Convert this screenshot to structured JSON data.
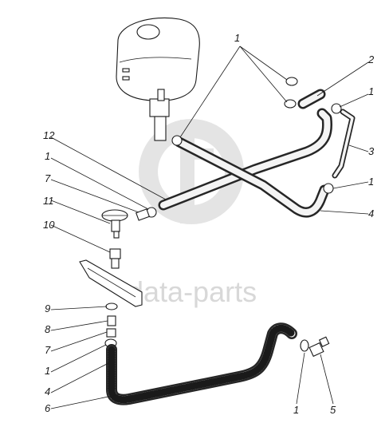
{
  "watermark": {
    "text": "data-parts",
    "color": "#d6d6d6"
  },
  "callouts": {
    "top_1": "1",
    "right_2": "2",
    "right_1a": "1",
    "right_3": "3",
    "right_1b": "1",
    "right_4": "4",
    "left_12": "12",
    "left_1a": "1",
    "left_7a": "7",
    "left_11": "11",
    "left_10": "10",
    "left_9": "9",
    "left_8": "8",
    "left_7b": "7",
    "left_1b": "1",
    "left_4": "4",
    "left_6": "6",
    "bottom_1": "1",
    "bottom_5": "5"
  },
  "colors": {
    "line": "#1a1a1a",
    "hose": "#262626",
    "background": "#ffffff"
  }
}
